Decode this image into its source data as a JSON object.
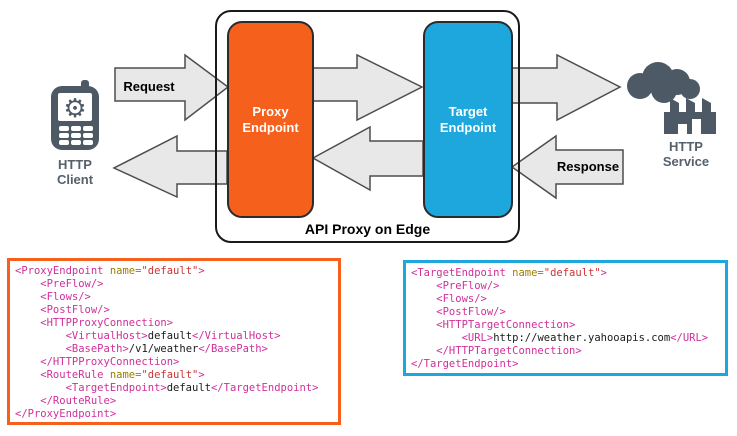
{
  "diagram": {
    "container": {
      "title": "API Proxy on Edge"
    },
    "client": {
      "icon": "mobile-phone-gear-icon",
      "label_line1": "HTTP",
      "label_line2": "Client"
    },
    "service": {
      "icon": "factory-smoke-icon",
      "label_line1": "HTTP",
      "label_line2": "Service"
    },
    "proxy_endpoint": {
      "label_line1": "Proxy",
      "label_line2": "Endpoint",
      "color": "#f5601d"
    },
    "target_endpoint": {
      "label_line1": "Target",
      "label_line2": "Endpoint",
      "color": "#1ea7dc"
    },
    "arrows": {
      "request_label": "Request",
      "response_label": "Response",
      "fill": "#e8e8e8",
      "stroke": "#4d4d4d"
    },
    "icon_color": "#4d5a66"
  },
  "syntax_colors": {
    "tag": "#d02f9a",
    "attr": "#9a7d00",
    "value": "#cc3333",
    "text": "#1a1a1a"
  },
  "code_blocks": [
    {
      "name": "proxy-endpoint-xml",
      "border_color": "#f5601d",
      "lines": [
        [
          {
            "c": "tag",
            "t": "<ProxyEndpoint"
          },
          {
            "c": "attr",
            "t": " name="
          },
          {
            "c": "value",
            "t": "\"default\""
          },
          {
            "c": "tag",
            "t": ">"
          }
        ],
        [
          {
            "c": "tag",
            "t": "    <PreFlow/>"
          }
        ],
        [
          {
            "c": "tag",
            "t": "    <Flows/>"
          }
        ],
        [
          {
            "c": "tag",
            "t": "    <PostFlow/>"
          }
        ],
        [
          {
            "c": "tag",
            "t": "    <HTTPProxyConnection>"
          }
        ],
        [
          {
            "c": "tag",
            "t": "        <VirtualHost>"
          },
          {
            "c": "text",
            "t": "default"
          },
          {
            "c": "tag",
            "t": "</VirtualHost>"
          }
        ],
        [
          {
            "c": "tag",
            "t": "        <BasePath>"
          },
          {
            "c": "text",
            "t": "/v1/weather"
          },
          {
            "c": "tag",
            "t": "</BasePath>"
          }
        ],
        [
          {
            "c": "tag",
            "t": "    </HTTPProxyConnection>"
          }
        ],
        [
          {
            "c": "tag",
            "t": "    <RouteRule"
          },
          {
            "c": "attr",
            "t": " name="
          },
          {
            "c": "value",
            "t": "\"default\""
          },
          {
            "c": "tag",
            "t": ">"
          }
        ],
        [
          {
            "c": "tag",
            "t": "        <TargetEndpoint>"
          },
          {
            "c": "text",
            "t": "default"
          },
          {
            "c": "tag",
            "t": "</TargetEndpoint>"
          }
        ],
        [
          {
            "c": "tag",
            "t": "    </RouteRule>"
          }
        ],
        [
          {
            "c": "tag",
            "t": "</ProxyEndpoint>"
          }
        ]
      ]
    },
    {
      "name": "target-endpoint-xml",
      "border_color": "#1ea7dc",
      "lines": [
        [
          {
            "c": "tag",
            "t": "<TargetEndpoint"
          },
          {
            "c": "attr",
            "t": " name="
          },
          {
            "c": "value",
            "t": "\"default\""
          },
          {
            "c": "tag",
            "t": ">"
          }
        ],
        [
          {
            "c": "tag",
            "t": "    <PreFlow/>"
          }
        ],
        [
          {
            "c": "tag",
            "t": "    <Flows/>"
          }
        ],
        [
          {
            "c": "tag",
            "t": "    <PostFlow/>"
          }
        ],
        [
          {
            "c": "tag",
            "t": "    <HTTPTargetConnection>"
          }
        ],
        [
          {
            "c": "tag",
            "t": "        <URL>"
          },
          {
            "c": "text",
            "t": "http://weather.yahooapis.com"
          },
          {
            "c": "tag",
            "t": "</URL>"
          }
        ],
        [
          {
            "c": "tag",
            "t": "    </HTTPTargetConnection>"
          }
        ],
        [
          {
            "c": "tag",
            "t": "</TargetEndpoint>"
          }
        ]
      ]
    }
  ]
}
